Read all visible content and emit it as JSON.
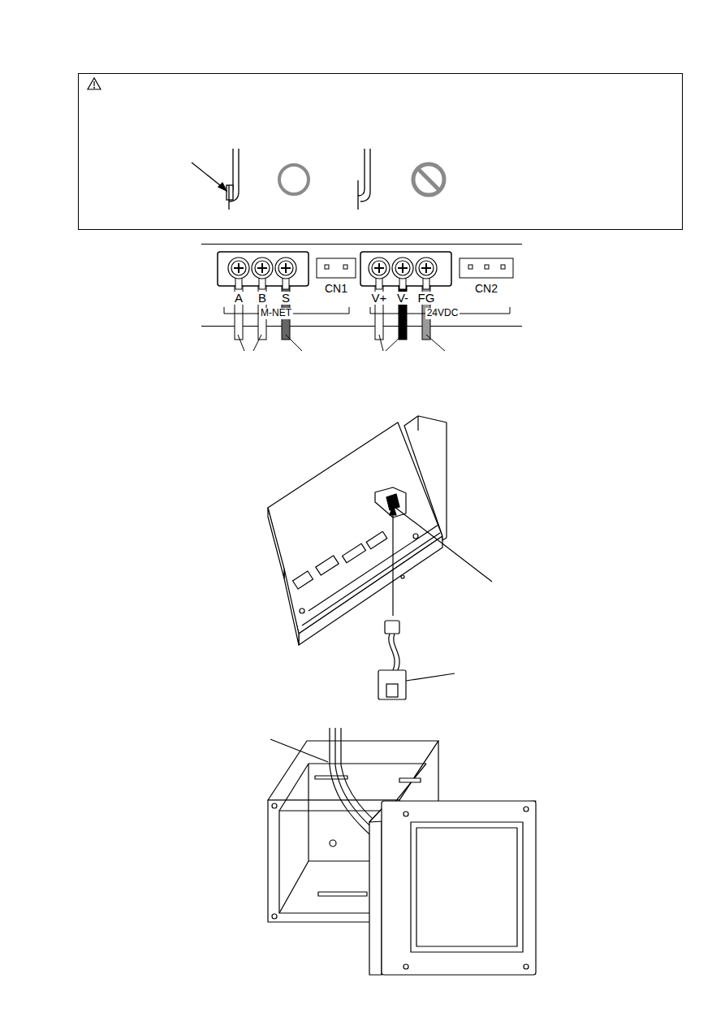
{
  "diagram": {
    "labels": [
      "A",
      "B",
      "S",
      "CN1",
      "V+",
      "V-",
      "FG",
      "CN2",
      "M-NET",
      "24VDC"
    ]
  }
}
